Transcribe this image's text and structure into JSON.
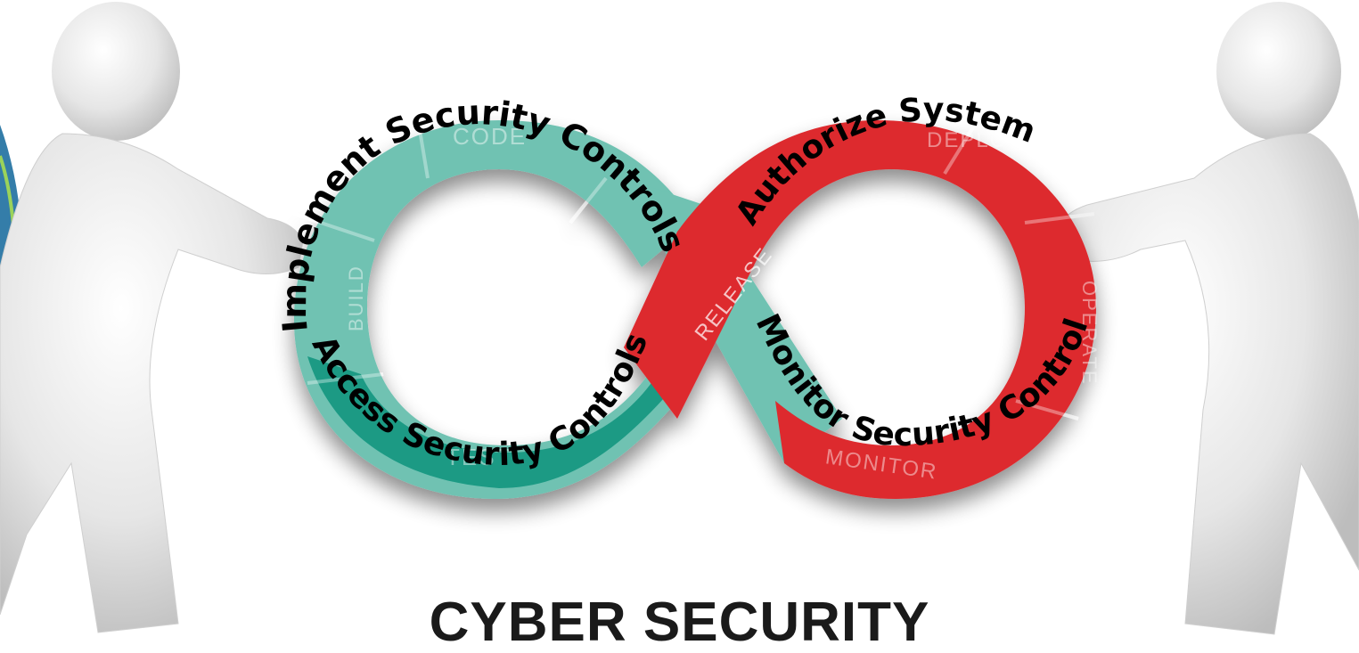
{
  "title": "CYBER SECURITY",
  "colors": {
    "teal": "#6fc2b2",
    "teal_dark": "#1a9a84",
    "red": "#dd2a2f",
    "figure": "#e8e8e8"
  },
  "labels": {
    "implement": "Implement Security Controls",
    "access": "Access Security Controls",
    "authorize": "Authorize System",
    "monitor": "Monitor Security Controls"
  },
  "faded_labels": {
    "code": "CODE",
    "test": "TEST",
    "build": "BUILD",
    "release": "RELEASE",
    "deploy": "DEPLOY",
    "operate": "OPERATE",
    "monitor_stage": "MONITOR"
  }
}
